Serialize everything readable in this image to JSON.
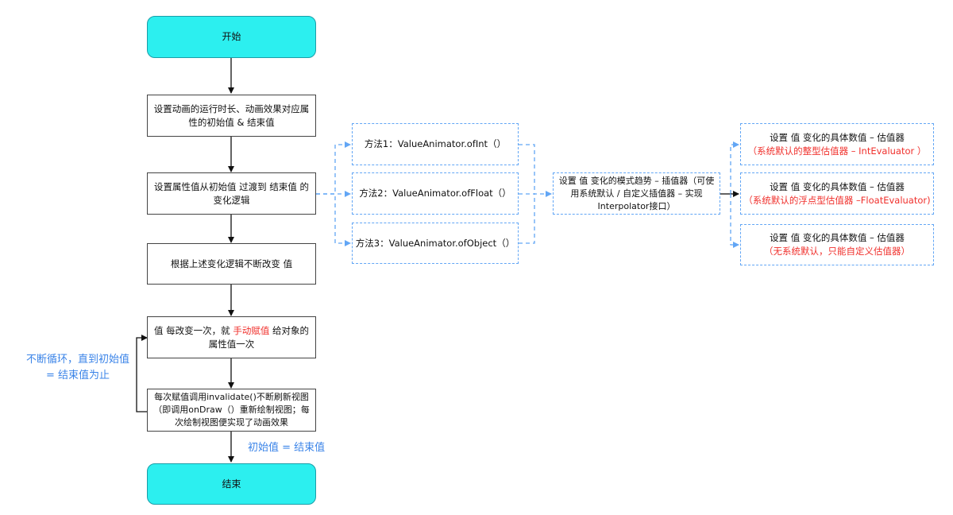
{
  "flow": {
    "start": "开始",
    "step1": "设置动画的运行时长、动画效果对应属性的初始值 & 结束值",
    "step2": "设置属性值从初始值 过渡到 结束值 的变化逻辑",
    "step3": "根据上述变化逻辑不断改变 值",
    "step4_a": "值 每改变一次，就 ",
    "step4_red": "手动赋值",
    "step4_b": " 给对象的属性值一次",
    "step5": "每次赋值调用invalidate()不断刷新视图（即调用onDraw（）重新绘制视图；每次绘制视图便实现了动画效果",
    "end": "结束"
  },
  "methods": [
    "方法1：ValueAnimator.ofInt（）",
    "方法2：ValueAnimator.ofFloat（）",
    "方法3：ValueAnimator.ofObject（）"
  ],
  "interpolator": "设置 值 变化的模式趋势 – 插值器（可使用系统默认 / 自定义插值器 – 实现Interpolator接口）",
  "evaluators": [
    {
      "title": "设置 值 变化的具体数值 – 估值器",
      "note": "（系统默认的整型估值器 – IntEvaluator ）"
    },
    {
      "title": "设置 值 变化的具体数值 – 估值器",
      "note": "（系统默认的浮点型估值器 –FloatEvaluator)"
    },
    {
      "title": "设置 值 变化的具体数值 – 估值器",
      "note": "（无系统默认，只能自定义估值器）"
    }
  ],
  "notes": {
    "loop": "不断循环，直到初始值 = 结束值为止",
    "final": "初始值 = 结束值"
  },
  "colors": {
    "terminal_fill": "#2cefef",
    "dashed_border": "#62a6f5",
    "highlight_text": "#f0302c",
    "note_text": "#3b84e8"
  }
}
